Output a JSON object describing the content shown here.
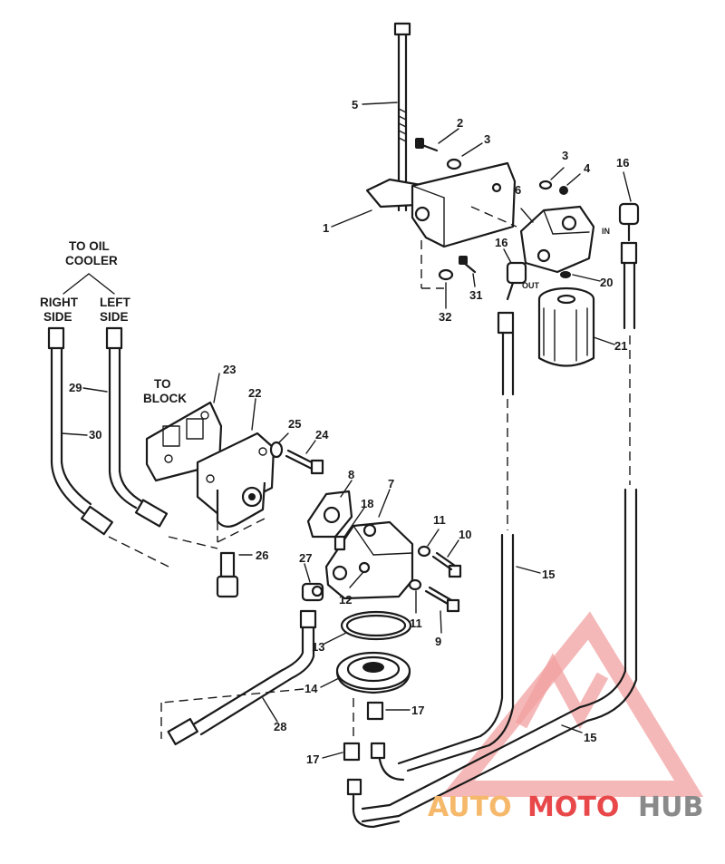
{
  "notes": {
    "to_oil_cooler_1": "TO OIL",
    "to_oil_cooler_2": "COOLER",
    "right_side_1": "RIGHT",
    "right_side_2": "SIDE",
    "left_side_1": "LEFT",
    "left_side_2": "SIDE",
    "to_block_1": "TO",
    "to_block_2": "BLOCK",
    "in": "IN",
    "out": "OUT"
  },
  "callouts": {
    "c1": "1",
    "c2": "2",
    "c3a": "3",
    "c3b": "3",
    "c4": "4",
    "c5": "5",
    "c6": "6",
    "c7": "7",
    "c8": "8",
    "c9": "9",
    "c10": "10",
    "c11a": "11",
    "c11b": "11",
    "c12": "12",
    "c13": "13",
    "c14": "14",
    "c15a": "15",
    "c15b": "15",
    "c16a": "16",
    "c16b": "16",
    "c17a": "17",
    "c17b": "17",
    "c18": "18",
    "c20": "20",
    "c21": "21",
    "c22": "22",
    "c23": "23",
    "c24": "24",
    "c25": "25",
    "c26": "26",
    "c27": "27",
    "c28": "28",
    "c29": "29",
    "c30": "30",
    "c31": "31",
    "c32": "32"
  },
  "watermark": {
    "part_a": "AUTO",
    "part_b": "MOTO",
    "part_c": "HUB",
    "colors": {
      "orange": "#f6b96b",
      "red": "#e8484a",
      "gray": "#8a8a8a"
    }
  }
}
